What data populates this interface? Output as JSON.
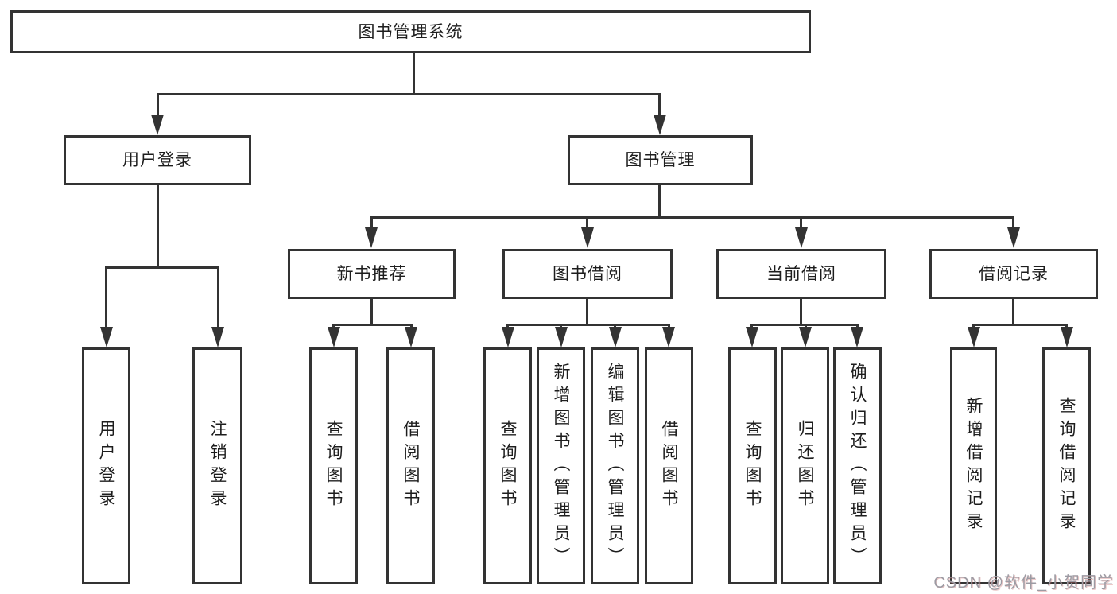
{
  "diagram": {
    "title": "图书管理系统",
    "level2": {
      "login": "用户登录",
      "manage": "图书管理"
    },
    "level3": {
      "recommend": "新书推荐",
      "borrow": "图书借阅",
      "current": "当前借阅",
      "record": "借阅记录"
    },
    "leaves": {
      "login1": "用户登录",
      "login2": "注销登录",
      "rec1": "查询图书",
      "rec2": "借阅图书",
      "bor1": "查询图书",
      "bor2": "新增图书（管理员）",
      "bor3": "编辑图书（管理员）",
      "bor4": "借阅图书",
      "cur1": "查询图书",
      "cur2": "归还图书",
      "cur3": "确认归还（管理员）",
      "rcd1": "新增借阅记录",
      "rcd2": "查询借阅记录"
    },
    "watermark": "CSDN @软件_小贺同学"
  },
  "colors": {
    "line": "#333333",
    "text": "#1d1d1d",
    "watermark": "#9c9ba3"
  }
}
